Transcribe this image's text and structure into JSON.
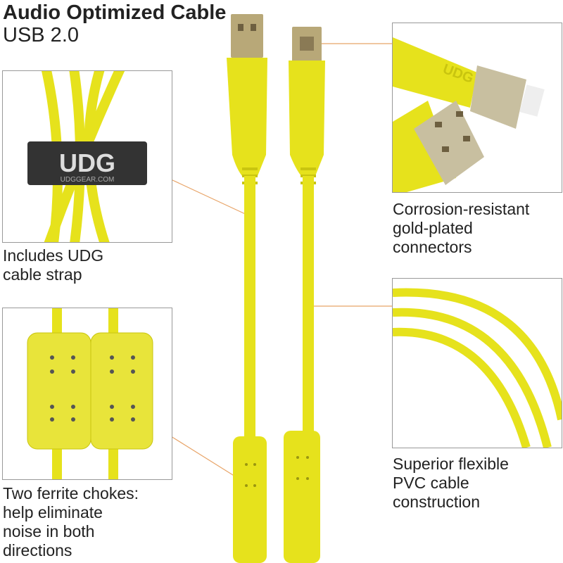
{
  "header": {
    "title": "Audio Optimized Cable",
    "subtitle": "USB 2.0"
  },
  "features": [
    {
      "caption_lines": [
        "Includes UDG",
        "cable strap"
      ],
      "strap_text": "UDG",
      "strap_subtext": "UDGGEAR.COM"
    },
    {
      "caption_lines": [
        "Two ferrite chokes:",
        "help eliminate",
        "noise in both",
        "directions"
      ]
    },
    {
      "caption_lines": [
        "Corrosion-resistant",
        "gold-plated",
        "connectors"
      ],
      "connector_logo": "UDG"
    },
    {
      "caption_lines": [
        "Superior flexible",
        "PVC cable",
        "construction"
      ]
    }
  ],
  "colors": {
    "cable": "#e6e21c",
    "cable_shade": "#c9c50f",
    "leader_line": "#e8a468",
    "gold": "#b8a878",
    "border": "#999999"
  }
}
